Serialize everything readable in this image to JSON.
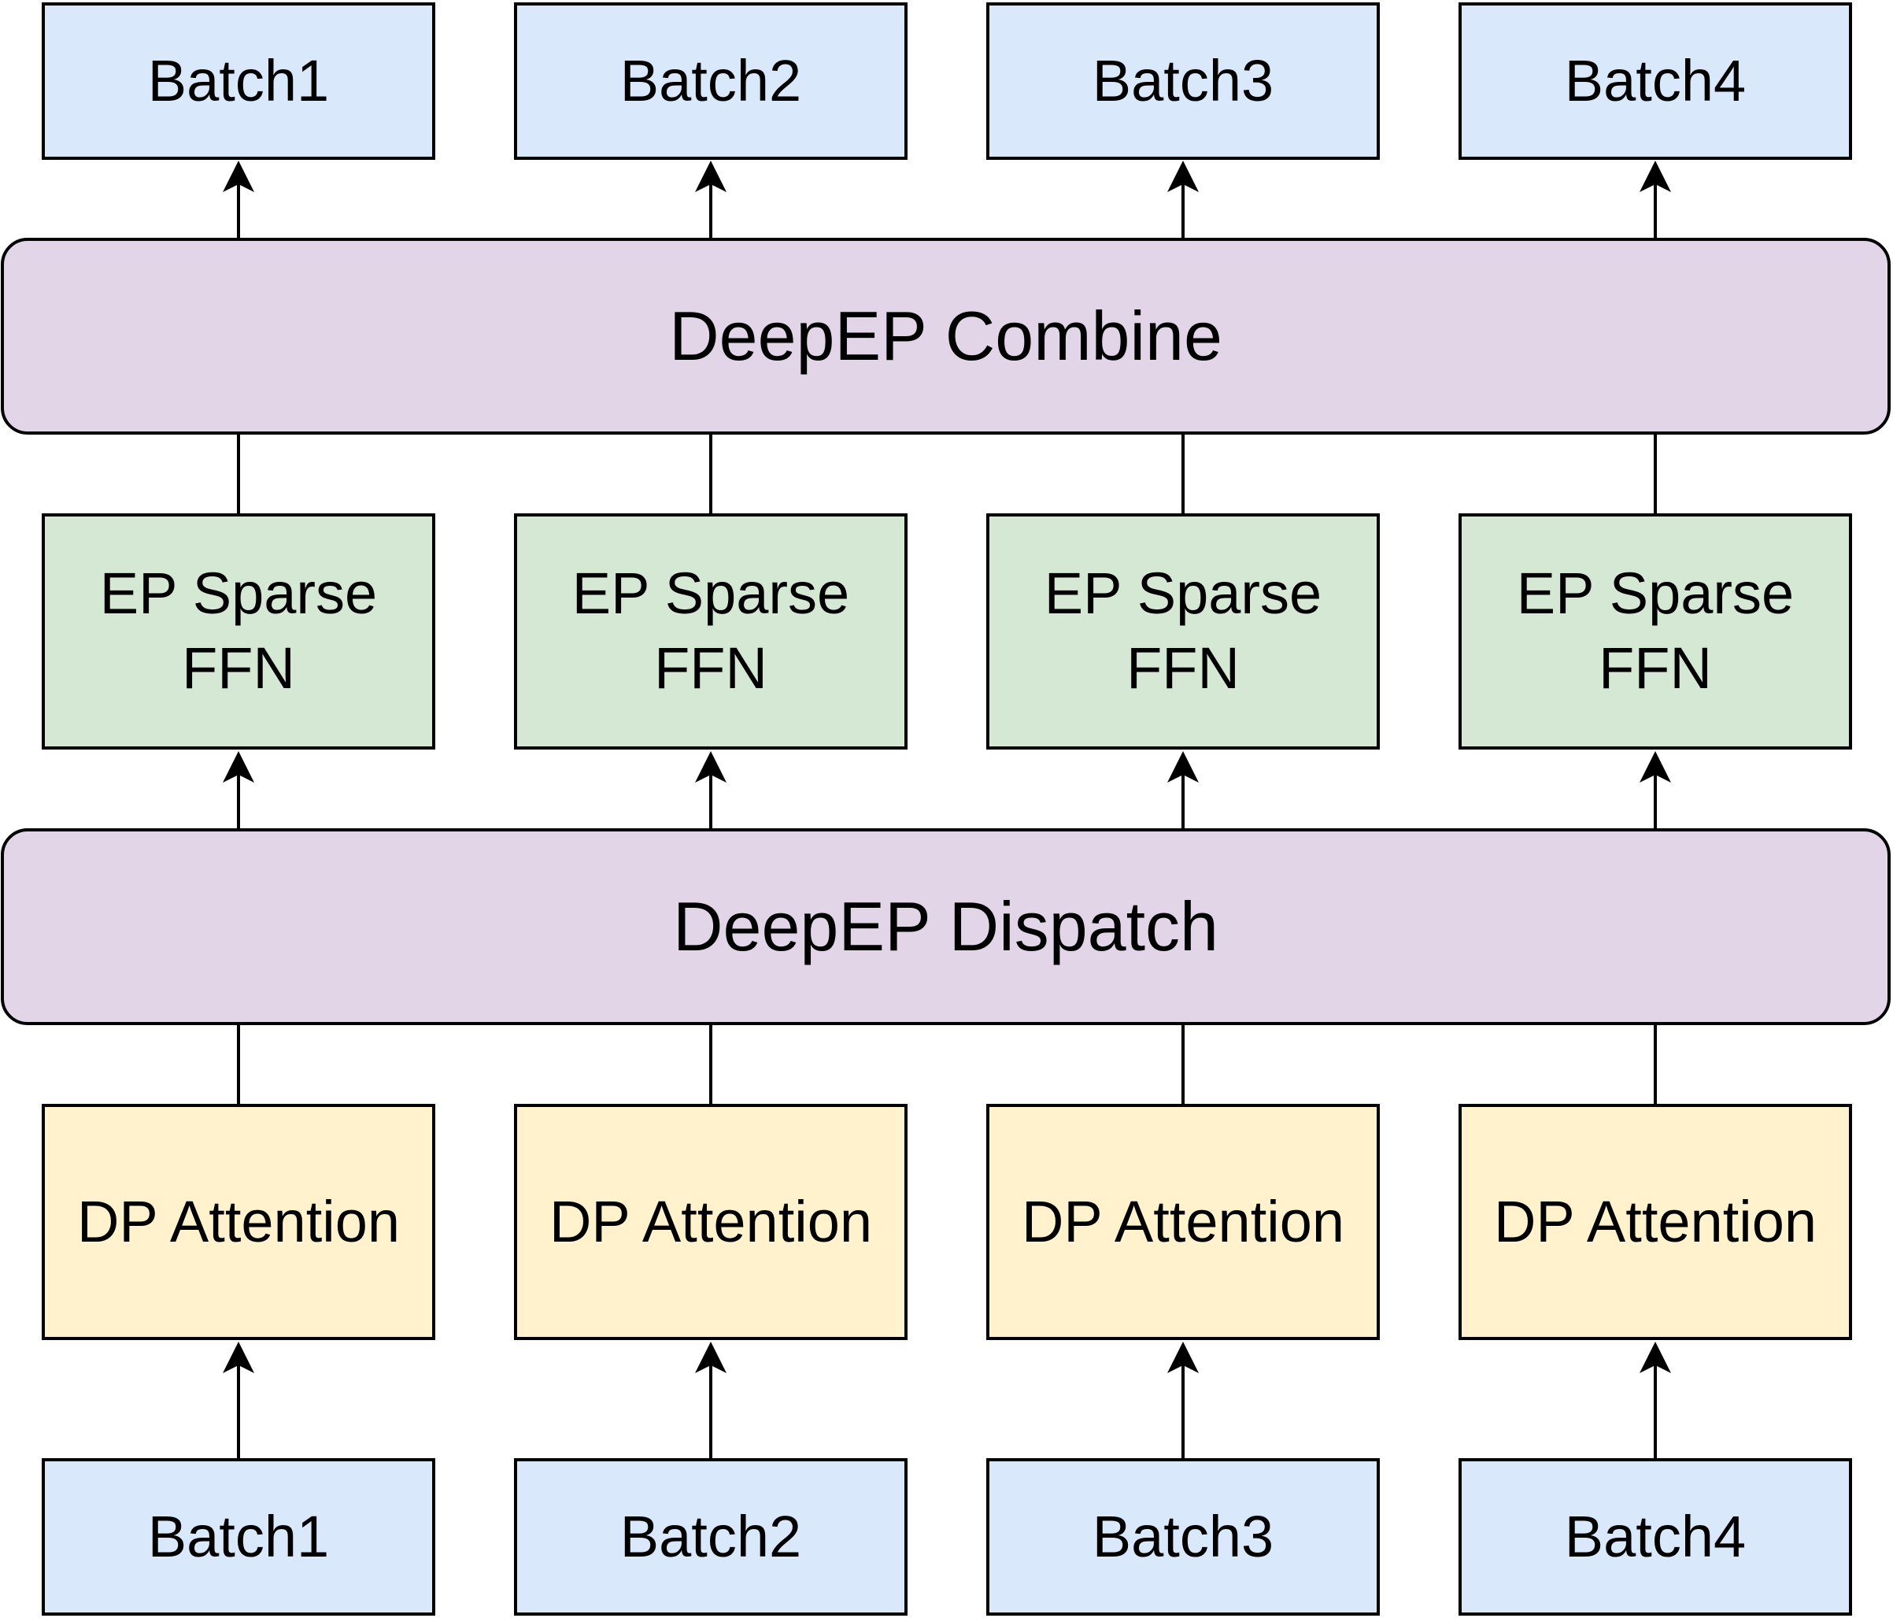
{
  "colors": {
    "batch_fill": "#dae8fc",
    "bar_fill": "#e1d5e7",
    "ffn_fill": "#d5e8d4",
    "attention_fill": "#fff2cc",
    "stroke": "#000000"
  },
  "output_batches": [
    "Batch1",
    "Batch2",
    "Batch3",
    "Batch4"
  ],
  "combine_label": "DeepEP Combine",
  "ffn_blocks": [
    "EP Sparse FFN",
    "EP Sparse FFN",
    "EP Sparse FFN",
    "EP Sparse FFN"
  ],
  "dispatch_label": "DeepEP Dispatch",
  "attention_blocks": [
    "DP Attention",
    "DP Attention",
    "DP Attention",
    "DP Attention"
  ],
  "input_batches": [
    "Batch1",
    "Batch2",
    "Batch3",
    "Batch4"
  ]
}
